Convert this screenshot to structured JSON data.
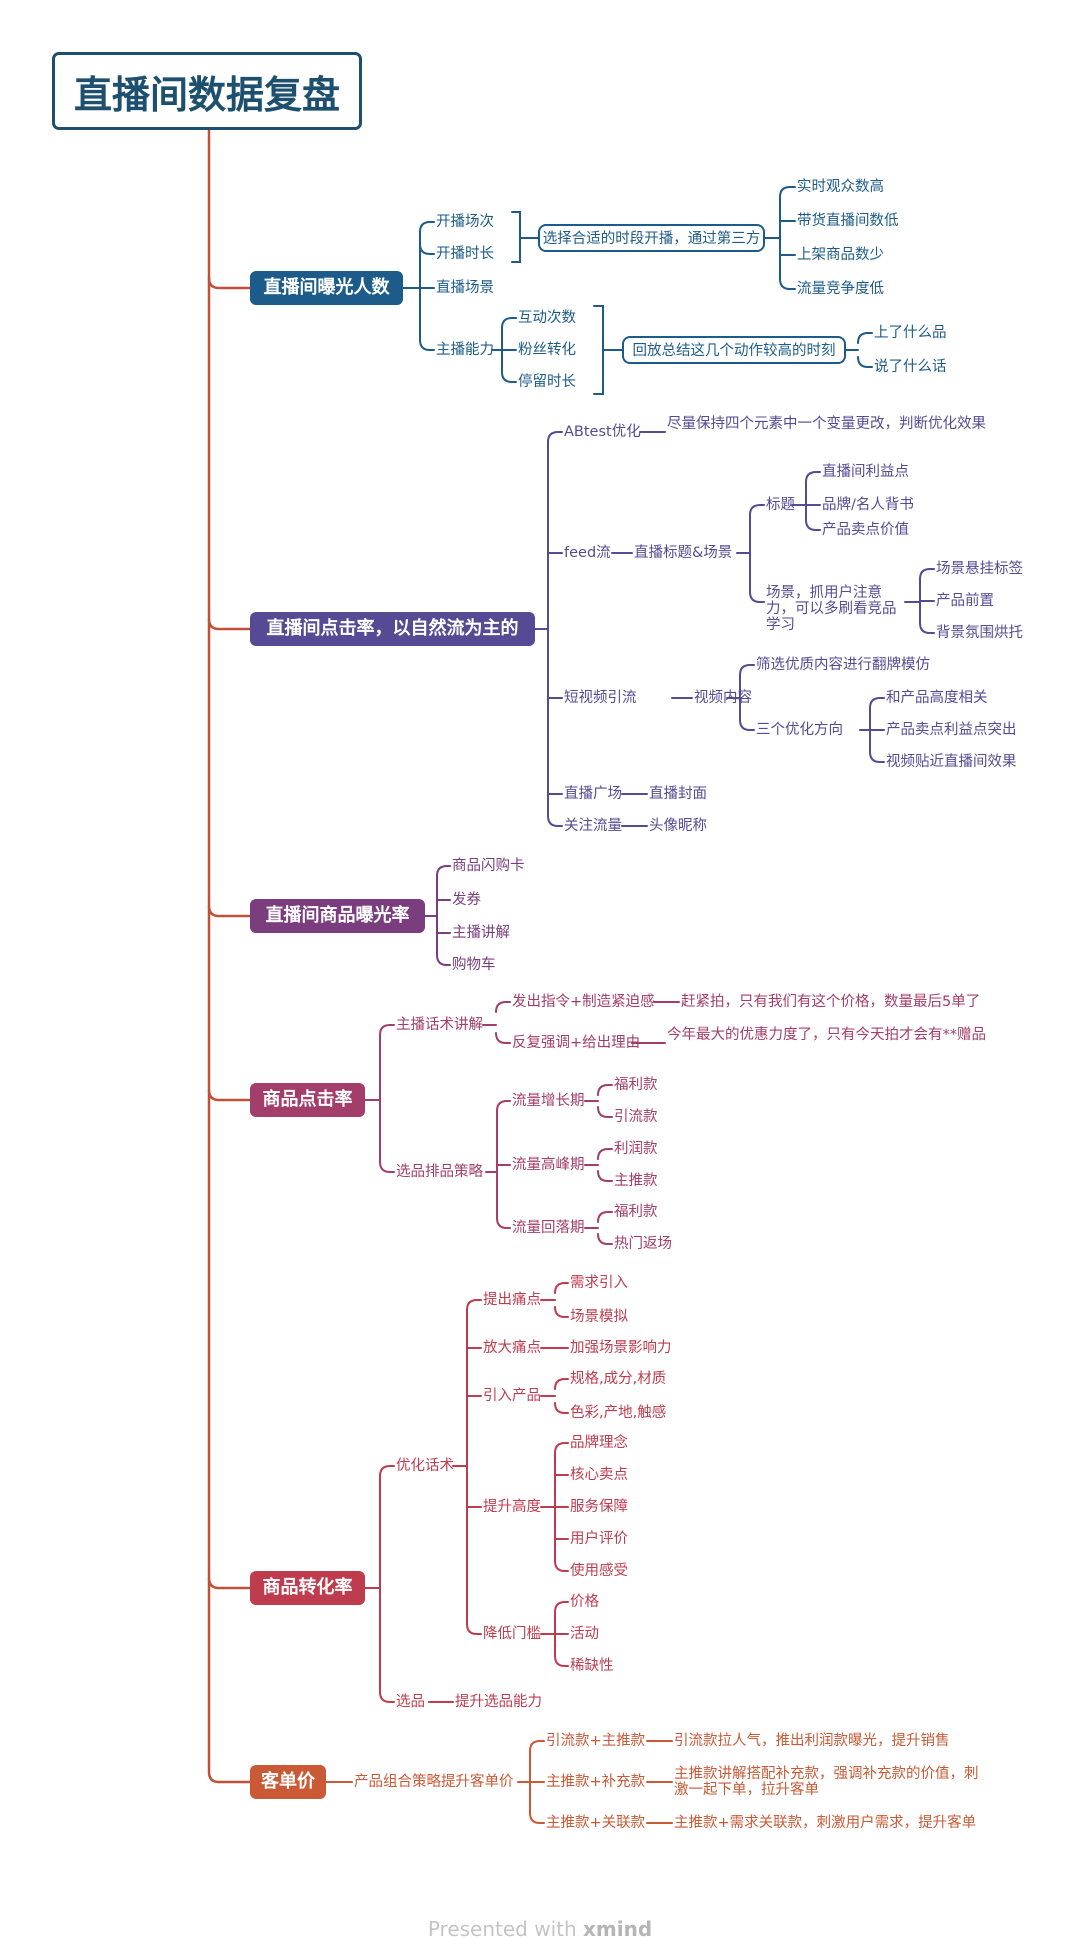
{
  "colors": {
    "trunk": "#c0503a",
    "exposure": "#1d5c8a",
    "click": "#574a95",
    "goods_exposure": "#7a3e7e",
    "goods_click": "#a33d6a",
    "conversion": "#bf3c4e",
    "price": "#c95a35"
  },
  "root": {
    "title": "直播间数据复盘"
  },
  "exposure": {
    "title": "直播间曝光人数",
    "sessions": "开播场次",
    "duration": "开播时长",
    "choose_time": "选择合适的时段开播，通过第三方",
    "t1": "实时观众数高",
    "t2": "带货直播间数低",
    "t3": "上架商品数少",
    "t4": "流量竞争度低",
    "scene": "直播场景",
    "ability": "主播能力",
    "interact": "互动次数",
    "fans": "粉丝转化",
    "stay": "停留时长",
    "review": "回放总结这几个动作较高的时刻",
    "r1": "上了什么品",
    "r2": "说了什么话"
  },
  "click": {
    "title": "直播间点击率，以自然流为主的",
    "abtest": "ABtest优化",
    "abtest_desc": "尽量保持四个元素中一个变量更改，判断优化效果",
    "feed": "feed流",
    "feed_title": "直播标题&场景",
    "title_label": "标题",
    "tl1": "直播间利益点",
    "tl2": "品牌/名人背书",
    "tl3": "产品卖点价值",
    "scene_label": "场景，抓用户注意力，可以多刷看竞品学习",
    "sc1": "场景悬挂标签",
    "sc2": "产品前置",
    "sc3": "背景氛围烘托",
    "short_video": "短视频引流",
    "video_content": "视频内容",
    "vc1": "筛选优质内容进行翻牌模仿",
    "vc2": "三个优化方向",
    "od1": "和产品高度相关",
    "od2": "产品卖点利益点突出",
    "od3": "视频贴近直播间效果",
    "plaza": "直播广场",
    "cover": "直播封面",
    "follow": "关注流量",
    "avatar": "头像昵称"
  },
  "goods_exposure": {
    "title": "直播间商品曝光率",
    "g1": "商品闪购卡",
    "g2": "发券",
    "g3": "主播讲解",
    "g4": "购物车"
  },
  "goods_click": {
    "title": "商品点击率",
    "script": "主播话术讲解",
    "s1": "发出指令+制造紧迫感",
    "s1d": "赶紧拍，只有我们有这个价格，数量最后5单了",
    "s2": "反复强调+给出理由",
    "s2d": "今年最大的优惠力度了，只有今天拍才会有**赠品",
    "strategy": "选品排品策略",
    "p1": "流量增长期",
    "p1a": "福利款",
    "p1b": "引流款",
    "p2": "流量高峰期",
    "p2a": "利润款",
    "p2b": "主推款",
    "p3": "流量回落期",
    "p3a": "福利款",
    "p3b": "热门返场"
  },
  "conversion": {
    "title": "商品转化率",
    "optimize": "优化话术",
    "pain": "提出痛点",
    "pain1": "需求引入",
    "pain2": "场景模拟",
    "amplify": "放大痛点",
    "amplify1": "加强场景影响力",
    "introduce": "引入产品",
    "in1": "规格,成分,材质",
    "in2": "色彩,产地,触感",
    "raise": "提升高度",
    "ra1": "品牌理念",
    "ra2": "核心卖点",
    "ra3": "服务保障",
    "ra4": "用户评价",
    "ra5": "使用感受",
    "lower": "降低门槛",
    "lo1": "价格",
    "lo2": "活动",
    "lo3": "稀缺性",
    "select": "选品",
    "select1": "提升选品能力"
  },
  "price": {
    "title": "客单价",
    "combo": "产品组合策略提升客单价",
    "c1": "引流款+主推款",
    "c1d": "引流款拉人气，推出利润款曝光，提升销售",
    "c2": "主推款+补充款",
    "c2d": "主推款讲解搭配补充款，强调补充款的价值，刺激一起下单，拉升客单",
    "c3": "主推款+关联款",
    "c3d": "主推款+需求关联款，刺激用户需求，提升客单"
  },
  "footer": {
    "presented": "Presented with",
    "brand": "xmind"
  }
}
